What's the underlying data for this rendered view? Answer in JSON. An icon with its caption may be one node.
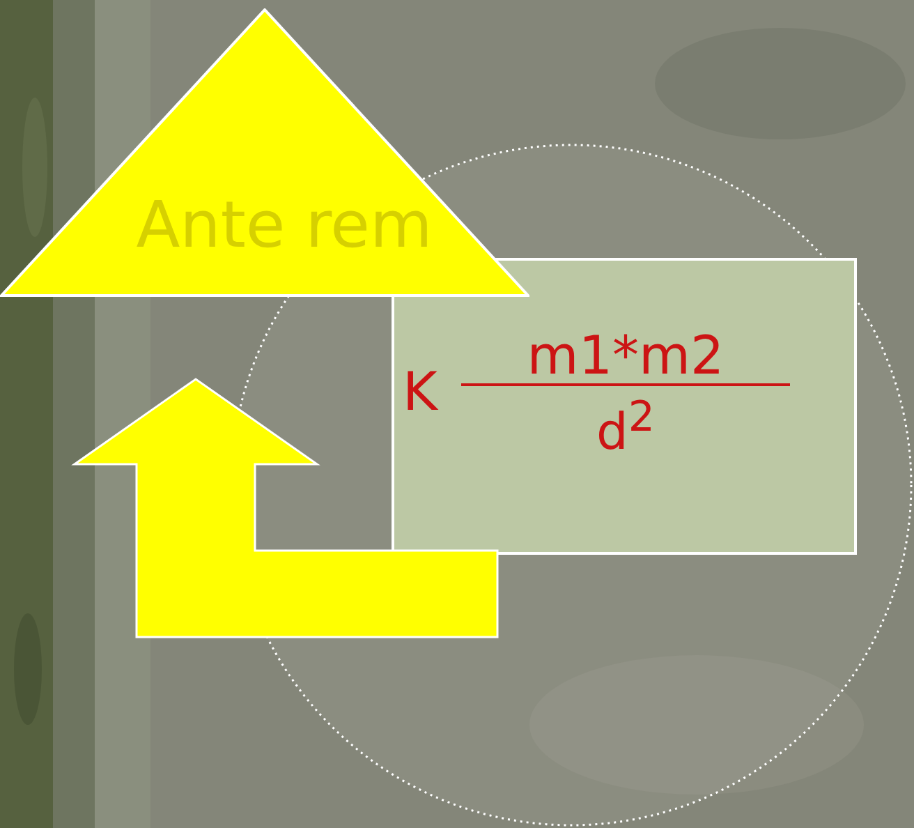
{
  "diagram": {
    "nodes": [
      {
        "text": [
          "Ante rem"
        ]
      },
      {
        "text": [
          "K",
          "m1*m2",
          "d$^{2}$"
        ]
      }
    ],
    "edges": [
      {
        "from": 1,
        "to": 0,
        "arrow": "to",
        "style": "thick"
      }
    ]
  }
}
